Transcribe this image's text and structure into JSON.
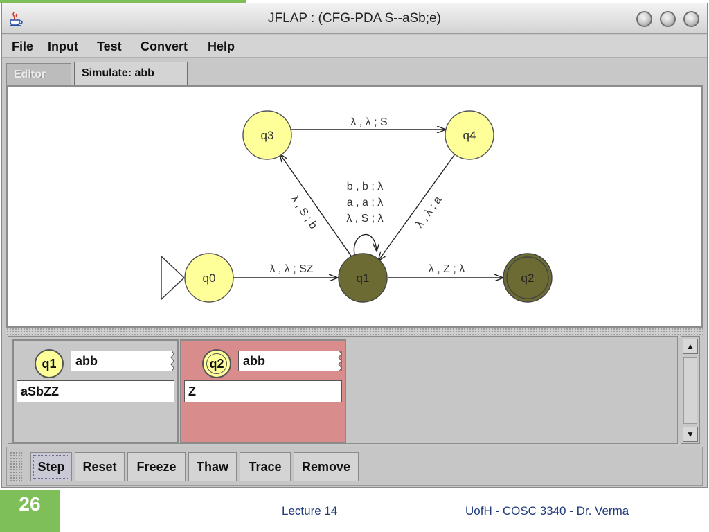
{
  "window": {
    "title": "JFLAP : (CFG-PDA S--aSb;e)",
    "controls": [
      "minimize",
      "maximize",
      "close"
    ]
  },
  "menu": [
    "File",
    "Input",
    "Test",
    "Convert",
    "Help"
  ],
  "tabs": [
    {
      "label": "Editor",
      "selected": false
    },
    {
      "label": "Simulate: abb",
      "selected": true
    }
  ],
  "automaton": {
    "states": [
      {
        "id": "q0",
        "label": "q0",
        "initial": true,
        "final": false,
        "active": false
      },
      {
        "id": "q1",
        "label": "q1",
        "initial": false,
        "final": false,
        "active": true
      },
      {
        "id": "q2",
        "label": "q2",
        "initial": false,
        "final": true,
        "active": true
      },
      {
        "id": "q3",
        "label": "q3",
        "initial": false,
        "final": false,
        "active": false
      },
      {
        "id": "q4",
        "label": "q4",
        "initial": false,
        "final": false,
        "active": false
      }
    ],
    "transitions": [
      {
        "from": "q0",
        "to": "q1",
        "label": "λ , λ ; SZ"
      },
      {
        "from": "q1",
        "to": "q2",
        "label": "λ , Z ; λ"
      },
      {
        "from": "q3",
        "to": "q4",
        "label": "λ , λ ; S"
      },
      {
        "from": "q1",
        "to": "q3",
        "label": "λ , S ; b"
      },
      {
        "from": "q4",
        "to": "q1",
        "label": "λ , λ ; a"
      },
      {
        "from": "q1",
        "to": "q1",
        "labels": [
          "b , b ; λ",
          "a , a ; λ",
          "λ , S ; λ"
        ]
      }
    ]
  },
  "configurations": [
    {
      "state": "q1",
      "input": "abb",
      "stack": "aSbZZ",
      "final": false,
      "rejected": false
    },
    {
      "state": "q2",
      "input": "abb",
      "stack": "Z",
      "final": true,
      "rejected": true
    }
  ],
  "toolbar": {
    "buttons": [
      "Step",
      "Reset",
      "Freeze",
      "Thaw",
      "Trace",
      "Remove"
    ],
    "active": "Step"
  },
  "colors": {
    "state_fill": "#ffff9a",
    "active_state_fill": "#6b6b33",
    "rejected_config": "#d98c8c",
    "accent": "#7fbf5a"
  },
  "footer": {
    "slide_number": "26",
    "center": "Lecture 14",
    "right": "UofH - COSC 3340 - Dr. Verma"
  }
}
